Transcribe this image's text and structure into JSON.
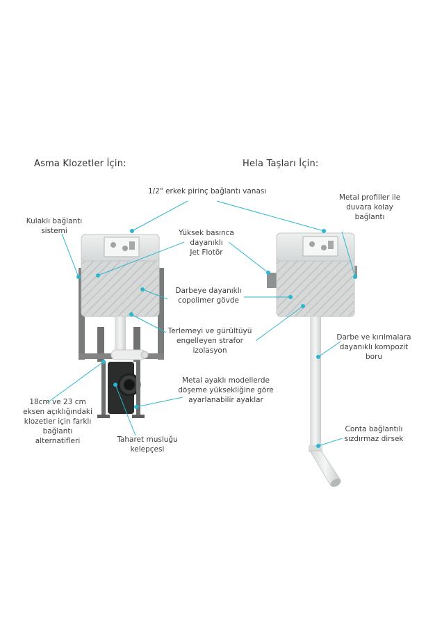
{
  "headings": {
    "left": "Asma Klozetler İçin:",
    "right": "Hela Taşları İçin:"
  },
  "labels": {
    "vana": "1/2\" erkek pirinç bağlantı vanası",
    "kulakli": [
      "Kulaklı bağlantı",
      "sistemi"
    ],
    "metal_profil": [
      "Metal profiller ile",
      "duvara kolay",
      "bağlantı"
    ],
    "yuksek_basinc": [
      "Yüksek basınca",
      "dayanıklı",
      "Jet Flotör"
    ],
    "darbeye": [
      "Darbeye dayanıklı",
      "copolimer gövde"
    ],
    "terlemeyi": [
      "Terlemeyi ve gürültüyü",
      "engelleyen strafor",
      "izolasyon"
    ],
    "darbe_kirilma": [
      "Darbe ve kırılmalara",
      "dayanıklı kompozit",
      "boru"
    ],
    "metal_ayak": [
      "Metal ayaklı modellerde",
      "döşeme yüksekliğine göre",
      "ayarlanabilir ayaklar"
    ],
    "eksen": [
      "18cm ve 23 cm",
      "eksen açıklığındaki",
      "klozetler için farklı",
      "bağlantı",
      "alternatifleri"
    ],
    "conta": [
      "Conta bağlantılı",
      "sızdırmaz dirsek"
    ],
    "taharet": [
      "Taharet musluğu",
      "kelepçesi"
    ]
  },
  "colors": {
    "callout": "#2bb6cf",
    "text": "#3d3d3d"
  }
}
